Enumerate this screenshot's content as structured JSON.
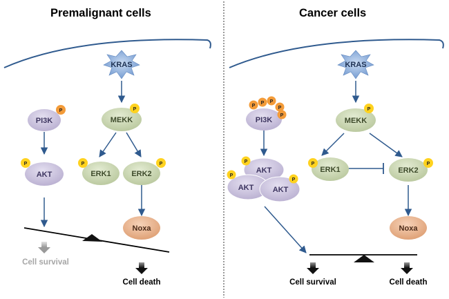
{
  "panels": [
    {
      "title": "Premalignant cells",
      "kras": "KRAS",
      "pi3k": "PI3K",
      "akt": "AKT",
      "mekk": "MEKK",
      "erk1": "ERK1",
      "erk2": "ERK2",
      "noxa": "Noxa",
      "survival": "Cell survival",
      "death": "Cell death"
    },
    {
      "title": "Cancer cells",
      "kras": "KRAS",
      "pi3k": "PI3K",
      "akt": "AKT",
      "mekk": "MEKK",
      "erk1": "ERK1",
      "erk2": "ERK2",
      "noxa": "Noxa",
      "survival": "Cell survival",
      "death": "Cell death"
    }
  ],
  "phospho_label": "P",
  "colors": {
    "purple_node": "#cbc3dd",
    "green_node": "#cdd8b6",
    "noxa_node": "#eab38e",
    "kras_star": "#7fa5d8",
    "phospho": "#f39b39",
    "phospho_yellow": "#ffd21f",
    "arrow": "#2f5a8e",
    "membrane": "#2f5a8e",
    "faded_text": "#a6a6a6"
  },
  "icons": [
    "kras-star-icon",
    "phospho-badge-icon",
    "balance-scale-icon",
    "down-arrow-icon",
    "inhibition-bar-icon"
  ]
}
